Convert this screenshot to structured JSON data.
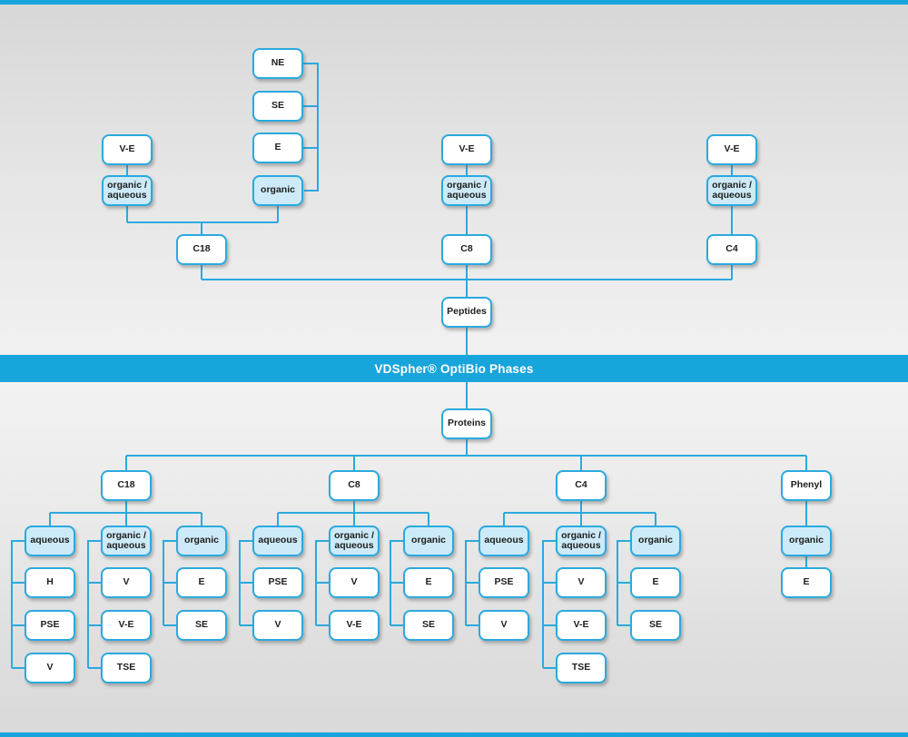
{
  "banner": {
    "label": "VDSpher® OptiBio Phases"
  },
  "colors": {
    "accent_blue": "#18a5dc",
    "line_blue": "#2ba9de",
    "light_blue_fill": "#cdeaf8",
    "box_white_fill": "#ffffff",
    "box_text": "#1d1d1b",
    "banner_text": "#ffffff"
  },
  "peptides_section": {
    "root": "Peptides",
    "c18": {
      "label": "C18",
      "organic_aqueous": {
        "eluent": "organic /\naqueous",
        "phase": "V-E"
      },
      "organic": {
        "eluent": "organic",
        "phases": [
          "NE",
          "SE",
          "E"
        ]
      }
    },
    "c8": {
      "label": "C8",
      "organic_aqueous": {
        "eluent": "organic /\naqueous",
        "phase": "V-E"
      }
    },
    "c4": {
      "label": "C4",
      "organic_aqueous": {
        "eluent": "organic /\naqueous",
        "phase": "V-E"
      }
    }
  },
  "proteins_section": {
    "root": "Proteins",
    "columns": [
      {
        "label": "C18",
        "groups": [
          {
            "eluent": "aqueous",
            "phases": [
              "H",
              "PSE",
              "V"
            ]
          },
          {
            "eluent": "organic /\naqueous",
            "phases": [
              "V",
              "V-E",
              "TSE"
            ]
          },
          {
            "eluent": "organic",
            "phases": [
              "E",
              "SE"
            ]
          }
        ]
      },
      {
        "label": "C8",
        "groups": [
          {
            "eluent": "aqueous",
            "phases": [
              "PSE",
              "V"
            ]
          },
          {
            "eluent": "organic /\naqueous",
            "phases": [
              "V",
              "V-E"
            ]
          },
          {
            "eluent": "organic",
            "phases": [
              "E",
              "SE"
            ]
          }
        ]
      },
      {
        "label": "C4",
        "groups": [
          {
            "eluent": "aqueous",
            "phases": [
              "PSE",
              "V"
            ]
          },
          {
            "eluent": "organic /\naqueous",
            "phases": [
              "V",
              "V-E",
              "TSE"
            ]
          },
          {
            "eluent": "organic",
            "phases": [
              "E",
              "SE"
            ]
          }
        ]
      },
      {
        "label": "Phenyl",
        "groups": [
          {
            "eluent": "organic",
            "phases": [
              "E"
            ]
          }
        ]
      }
    ]
  }
}
